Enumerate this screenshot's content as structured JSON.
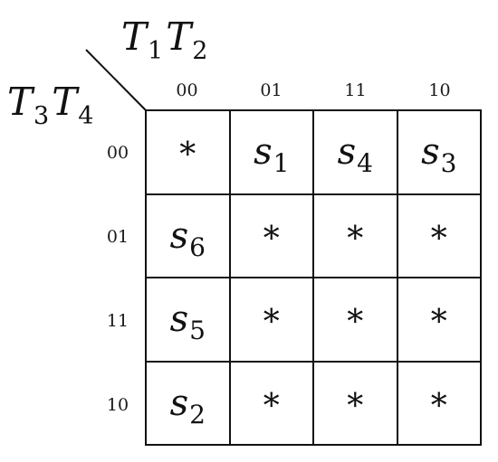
{
  "col_variables": [
    {
      "name": "T",
      "sub": "1"
    },
    {
      "name": "T",
      "sub": "2"
    }
  ],
  "row_variables": [
    {
      "name": "T",
      "sub": "3"
    },
    {
      "name": "T",
      "sub": "4"
    }
  ],
  "col_codes": [
    "00",
    "01",
    "11",
    "10"
  ],
  "row_codes": [
    "00",
    "01",
    "11",
    "10"
  ],
  "cells": [
    [
      {
        "main": "*",
        "sub": ""
      },
      {
        "main": "s",
        "sub": "1"
      },
      {
        "main": "s",
        "sub": "4"
      },
      {
        "main": "s",
        "sub": "3"
      }
    ],
    [
      {
        "main": "s",
        "sub": "6"
      },
      {
        "main": "*",
        "sub": ""
      },
      {
        "main": "*",
        "sub": ""
      },
      {
        "main": "*",
        "sub": ""
      }
    ],
    [
      {
        "main": "s",
        "sub": "5"
      },
      {
        "main": "*",
        "sub": ""
      },
      {
        "main": "*",
        "sub": ""
      },
      {
        "main": "*",
        "sub": ""
      }
    ],
    [
      {
        "main": "s",
        "sub": "2"
      },
      {
        "main": "*",
        "sub": ""
      },
      {
        "main": "*",
        "sub": ""
      },
      {
        "main": "*",
        "sub": ""
      }
    ]
  ],
  "colors": {
    "line": "#111111",
    "background": "#ffffff"
  }
}
